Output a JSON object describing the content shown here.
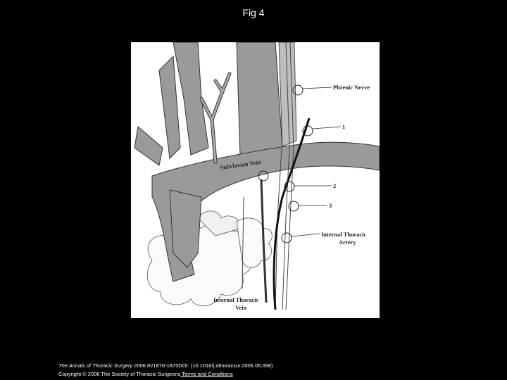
{
  "title": "Fig 4",
  "figure": {
    "labels": {
      "phrenic_nerve": "Phrenic Nerve",
      "one": "1",
      "subclavian_vein": "Subclavian Vein",
      "two": "2",
      "three": "3",
      "itv_line1": "Internal Thoracic",
      "itv_line2": "Vein",
      "ita_line1": "Internal Thoracic",
      "ita_line2": "Artery"
    }
  },
  "footer": {
    "journal": "The Annals of Thoracic Surgery",
    "citation": " 2006 821870-1875DOI: (10.1016/j.athoracsur.2006.05.098)",
    "copyright": "Copyright © 2006 The Society of Thoracic Surgeons",
    "link": " Terms and Conditions"
  }
}
